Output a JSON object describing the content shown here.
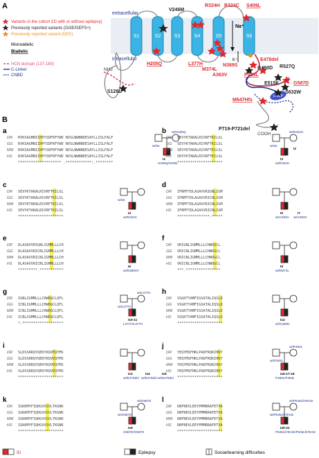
{
  "panelA": {
    "letter": "A",
    "extracellular": "extracellular",
    "intracellular": "intracellular",
    "segments": [
      "S1",
      "S2",
      "S3",
      "S4",
      "S5",
      "S6"
    ],
    "legend": [
      {
        "text": "Variants in the cohort (ID with or without epilepsy)",
        "color": "#e0282e"
      },
      {
        "text": "Previously reported variants (GGE/GEFS+)",
        "color": "#222222"
      },
      {
        "text": "Previously reported variant (DEE)",
        "color": "#f08c1e"
      }
    ],
    "mono_label": "Monoallelic",
    "bi_label": "Biallelic",
    "domain_legend": [
      {
        "text": "HCN domain (137-180)",
        "color": "#e6457c"
      },
      {
        "text": "C-Linker",
        "color": "#1d2f8f"
      },
      {
        "text": "CNBD",
        "color": "#1d2f8f"
      }
    ],
    "variants": {
      "V246M": "V246M",
      "R324H": "R324H",
      "R324C": "R324C",
      "S409L": "S409L",
      "H205Q": "H205Q",
      "L377H": "L377H",
      "M374L": "M374L",
      "A363V": "A363V",
      "N369S": "N369S",
      "E478del": "E478del",
      "G460D": "G460D",
      "P483L": "P483L",
      "R527Q": "R527Q",
      "E515K": "E515K",
      "G587D": "G587D",
      "S632W": "S632W",
      "M647Hfs": "M647Hfs",
      "S126L": "S126L",
      "P719": "P719-P721del"
    },
    "ion_na": "Na⁺",
    "ion_k": "K⁺",
    "nh2": "NH2",
    "cooh": "COOH",
    "camp": "cAMP"
  },
  "panelB": {
    "letter": "B",
    "species": [
      "DR",
      "GG",
      "MM",
      "HS"
    ],
    "panels": [
      {
        "id": "a",
        "seqs": [
          "RVKSAGMNIIHPYSDFRFYWD NVSLNWNNDESAYLLISLFALF",
          "RVKSAGMNIIHPYSDFRFYWD NVSLNWNNDESAYLLISLFALF",
          "RVKSAGMNIIHPYSDFRFYWD NVSLNWNNDESAYLLISLFALF",
          "RVKSAGMNIIHPYSDFRFYWD NVSLNWNNDESAYLLISLFALF"
        ],
        "cons": "******************** .************:.********"
      },
      {
        "id": "b",
        "seqs": [
          "SEVYKTARALRIVRFTKILSL",
          "SEVYKTARALRIVRFTKILSL",
          "SEVYKTARALRIVRFTKILSL",
          "SEVYKTARALRIVRFTKILSL"
        ],
        "cons": "*********************"
      },
      {
        "id": "c",
        "seqs": [
          "SEVYKTARALRIVRFTKILSL",
          "SEVYKTARALRIVRFTKILSL",
          "SEVYKTARALRIVRFTKILSL",
          "SEVYKTARALRIVRFTKILSL"
        ],
        "cons": "*********************"
      },
      {
        "id": "d",
        "seqs": [
          "IFRMTYDLASAVVRIGNLIGM",
          "IFRMTYDLASAVVRICNLIGM",
          "IFRMTYDLASAVVRICNLIGM",
          "IFRMTYDLASAVVRICNLIGM"
        ],
        "cons": "***************.*****"
      },
      {
        "id": "e",
        "seqs": [
          "DLASAVVRIGNLIGMMLLLCH",
          "DLASAVVRICNLIGMMLLLCH",
          "DLASAVVRICNLIGMMLLLCH",
          "DLASAVVRICNLIGMMLLLCH"
        ],
        "cons": "*********.***********"
      },
      {
        "id": "f",
        "seqs": [
          "VRIGNLIGMMLLLCHWDGCL",
          "VRICNLIGMMLLLCHWDGCL",
          "VRICNLIGMMLLLCHWDGCL",
          "VRICNLIGMMLLLCHWDGCL"
        ],
        "cons": "***.****************"
      },
      {
        "id": "g",
        "seqs": [
          "IGNLIGMMLLLCHWDGCLQFL",
          "ICNLIGMMLLLCHWDGCLQFL",
          "ICNLIGMMLLLCHWDGCLQFL",
          "ICNLIGMMLLLCHWDGCLQFL"
        ],
        "cons": "*.*******************"
      },
      {
        "id": "h",
        "seqs": [
          "VSGKTYAMFIGSATALIQSLD",
          "VSGKTYAMFIGSATALIQSLD",
          "VSGKTYAMFIGSATALIQSLD",
          "VSGKTYAMFIGSATALIQSLD"
        ],
        "cons": "*********************"
      },
      {
        "id": "i",
        "seqs": [
          "SLDSSRRQYQEKYKQVEQYMS",
          "SLDSSRRQYQEKYKQVEQYMS",
          "SLDSSRRQYQEKYKQVEQYMS",
          "SLDSSRRQYQEKYKQVEQYMS"
        ],
        "cons": "*********************"
      },
      {
        "id": "j",
        "seqs": [
          "YEQYMSFHKLPADFRQKIHDY",
          "YEQYMSFHKLPADFRQKIHDY",
          "YEQYMSFHKLPADFRQKIHDY",
          "YEQYMSFHKLPADFRQKIHDY"
        ],
        "cons": "*********************"
      },
      {
        "id": "k",
        "seqs": [
          "IGKKMYFIQHGVVSVLTKGNK",
          "IGKKMYFIQHGVVSVLTKGNK",
          "IGKKMYFIQHGVVSVLTKGNK",
          "IGKKMYFIQHGVVSVLTKGNK"
        ],
        "cons": "*********************"
      },
      {
        "id": "l",
        "seqs": [
          "DNFNEVLEEYPMMRRAFETVA",
          "DNFNEVLEEYPMMRRAFETVA",
          "DNFNEVLEEYPMMRRAFETVA",
          "DNFNEVLEEYPMMRRAFETVA"
        ],
        "cons": "*********************"
      }
    ],
    "pedigrees": {
      "a": {
        "parent1": "wt/wt",
        "parent2": "wt/H205Q",
        "child_id": "I1",
        "child_geno": "H205Q/S409L"
      },
      "b": {
        "parent1": "wt/wt",
        "parent2": "wt/R324H",
        "child_id": "I3",
        "child_id2": "I2",
        "child_geno": "wt/R324H"
      },
      "c": {
        "parent1": "wt/wt",
        "child_id": "I4",
        "child_geno": "wt/R324C"
      },
      "d": {
        "child_id": "I5",
        "child_geno": "wt/A363V",
        "child_id2": "I7",
        "child_geno2": "wt/A363V"
      },
      "e": {
        "child_id": "I6",
        "child_geno": "wt/N369SV"
      },
      "f": {
        "child_id": "I9",
        "child_geno": "wt/M374L"
      },
      "g": {
        "parent1": "wt/L377H",
        "parent2": "wt/L377H",
        "child_id": "I10-11",
        "child_geno": "L377H/L377H"
      },
      "h": {
        "child_id": "I12",
        "child_geno": "wt/G460D"
      },
      "i": {
        "child_id": "I13",
        "child_geno": "wt/E478del",
        "child_id2": "I14",
        "child_geno2": "wt/E478del",
        "child_id3": "I15",
        "child_geno3": "wt/E478del"
      },
      "j": {
        "parent1": "wt/P483L",
        "parent2": "wt/P483L",
        "child_id": "I16-17-18",
        "child_geno": "P483L/P483L"
      },
      "k": {
        "parent1": "wt/G587D",
        "parent2": "wt/G587D",
        "child_id": "I19",
        "child_geno": "G587D/G587D"
      },
      "l": {
        "parent1": "wt/P646LfsTer32",
        "parent2": "wt/P646LfsTer32",
        "child_id": "I20-21",
        "child_geno": "P646LfsTer32/P646LfsTer32"
      }
    }
  },
  "legend_bottom": [
    {
      "text": "ID"
    },
    {
      "text": "Epilepsy"
    },
    {
      "text": "Social/learning difficulties"
    }
  ]
}
